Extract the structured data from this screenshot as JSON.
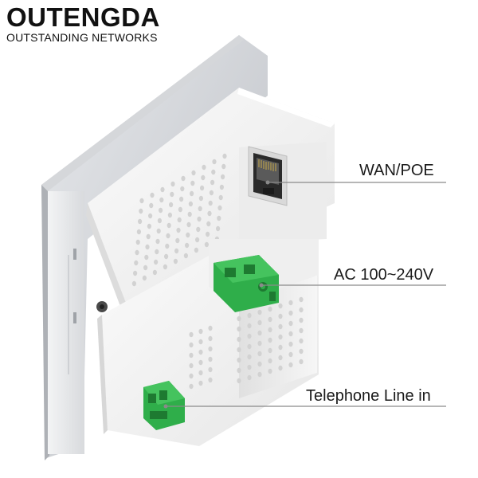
{
  "brand": {
    "name": "OUTENGDA",
    "tagline": "OUTSTANDING NETWORKS"
  },
  "callouts": {
    "wan": "WAN/POE",
    "ac": "AC 100~240V",
    "telephone": "Telephone Line in"
  },
  "colors": {
    "terminal_green": "#2fae4a",
    "plate_silver": "#c9ccd1",
    "housing_white": "#f4f4f4"
  }
}
